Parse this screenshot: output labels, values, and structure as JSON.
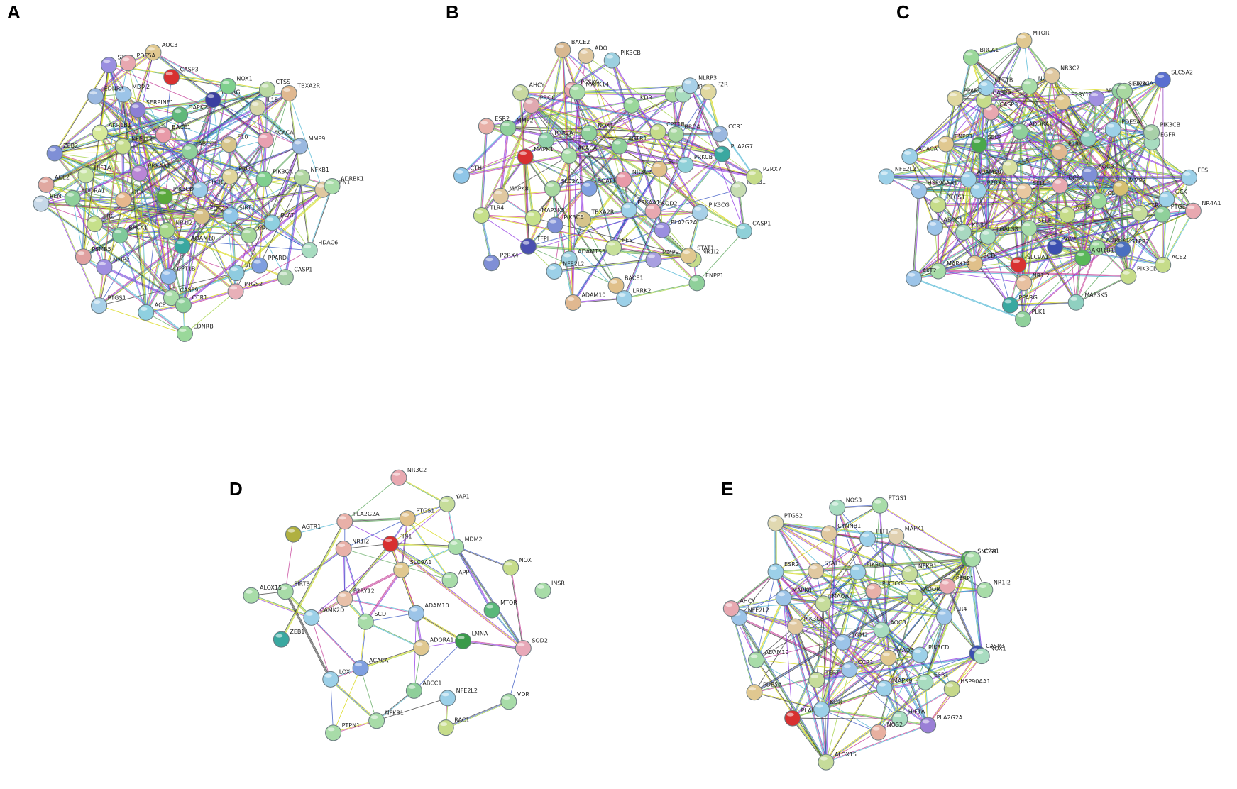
{
  "panels": [
    {
      "letter": "A",
      "nodes": [
        {
          "label": "PIK3CB",
          "color": "#9ccbe8"
        },
        {
          "label": "PIK3CD",
          "color": "#5aa83c"
        },
        {
          "label": "ABCC1",
          "color": "#8fcf9a"
        },
        {
          "label": "FGF23",
          "color": "#d6bf86"
        },
        {
          "label": "PRKAA1",
          "color": "#b986d6"
        },
        {
          "label": "PROC",
          "color": "#e0d59a"
        },
        {
          "label": "NR1I2",
          "color": "#a7d78a"
        },
        {
          "label": "BACE1",
          "color": "#e89aa8"
        },
        {
          "label": "SIRT1",
          "color": "#8fc6e8"
        },
        {
          "label": "GCK",
          "color": "#e6b78c"
        },
        {
          "label": "F10",
          "color": "#d6c48a"
        },
        {
          "label": "ADAM10",
          "color": "#3aa8a0"
        },
        {
          "label": "NFE2L2",
          "color": "#c6dd8e"
        },
        {
          "label": "PIK3CA",
          "color": "#7fcf8e"
        },
        {
          "label": "BRCA1",
          "color": "#7fc99a"
        },
        {
          "label": "DAPK2",
          "color": "#5fb87a"
        },
        {
          "label": "KDR",
          "color": "#a6d79a"
        },
        {
          "label": "HIF1A",
          "color": "#c6e3a0"
        },
        {
          "label": "ACACA",
          "color": "#e8a0b0"
        },
        {
          "label": "CPT1B",
          "color": "#8fb9e8"
        },
        {
          "label": "SERPINE1",
          "color": "#8c7fd6"
        },
        {
          "label": "PLAT",
          "color": "#8fd0e0"
        },
        {
          "label": "SRC",
          "color": "#c6e08a"
        },
        {
          "label": "PPARG",
          "color": "#3b3fa0"
        },
        {
          "label": "SLC2A1",
          "color": "#8fcce0"
        },
        {
          "label": "AKR1B1",
          "color": "#d8ea9a"
        },
        {
          "label": "NFKB1",
          "color": "#b0d6a0"
        },
        {
          "label": "MMP2",
          "color": "#a08fe0"
        },
        {
          "label": "CASP3",
          "color": "#d83030"
        },
        {
          "label": "PPARD",
          "color": "#7f9fe0"
        },
        {
          "label": "ADORA1",
          "color": "#8fd09a"
        },
        {
          "label": "IL1B",
          "color": "#d6d6a8"
        },
        {
          "label": "CASP9",
          "color": "#a8dca8"
        },
        {
          "label": "MDM2",
          "color": "#9cc4e8"
        },
        {
          "label": "CAPN1",
          "color": "#e0c8a0"
        },
        {
          "label": "PSMB5",
          "color": "#e0a0a0"
        },
        {
          "label": "NOX1",
          "color": "#7fcf8e"
        },
        {
          "label": "PTGS2",
          "color": "#e8b0b8"
        },
        {
          "label": "ZEB2",
          "color": "#7f8fd6"
        },
        {
          "label": "MMP9",
          "color": "#9ab8e0"
        },
        {
          "label": "ACE",
          "color": "#8fd0e0"
        },
        {
          "label": "STAT1",
          "color": "#9a8fe0"
        },
        {
          "label": "HDAC6",
          "color": "#a8dcc0"
        },
        {
          "label": "REN",
          "color": "#c6d8e8"
        },
        {
          "label": "CTSS",
          "color": "#b8d8a0"
        },
        {
          "label": "CCR1",
          "color": "#8fd09a"
        },
        {
          "label": "EDNRA",
          "color": "#9ab8e0"
        },
        {
          "label": "ADRBK1",
          "color": "#a8dca8"
        },
        {
          "label": "PTGS1",
          "color": "#a8d0e8"
        },
        {
          "label": "AOC3",
          "color": "#e0c890"
        },
        {
          "label": "CASP1",
          "color": "#a8d0a8"
        },
        {
          "label": "ACE2",
          "color": "#e0a8a0"
        },
        {
          "label": "TBXA2R",
          "color": "#e0b890"
        },
        {
          "label": "EDNRB",
          "color": "#9ad89a"
        },
        {
          "label": "PDE5A",
          "color": "#e8a8b0"
        }
      ]
    },
    {
      "letter": "B",
      "nodes": [
        {
          "label": "NR3C2",
          "color": "#e89aa8"
        },
        {
          "label": "SOAT1",
          "color": "#7f9fe0"
        },
        {
          "label": "AGTR1",
          "color": "#8fcf9a"
        },
        {
          "label": "PRKAA1",
          "color": "#9cd0e8"
        },
        {
          "label": "ACACA",
          "color": "#a8dca8"
        },
        {
          "label": "SCD",
          "color": "#e0c08a"
        },
        {
          "label": "TBXA2R",
          "color": "#d6c48a"
        },
        {
          "label": "NOX1",
          "color": "#8fd09a"
        },
        {
          "label": "SOD2",
          "color": "#e8a8b0"
        },
        {
          "label": "SLC2A1",
          "color": "#a8d8a0"
        },
        {
          "label": "CPT1B",
          "color": "#c6dc8a"
        },
        {
          "label": "FES",
          "color": "#c8e09a"
        },
        {
          "label": "PRKCA",
          "color": "#8fcfa8"
        },
        {
          "label": "PRKCB",
          "color": "#8fd0d8"
        },
        {
          "label": "PIK3CA",
          "color": "#7f8fd6"
        },
        {
          "label": "KDR",
          "color": "#9ad89a"
        },
        {
          "label": "PLA2G2A",
          "color": "#9a8fe0"
        },
        {
          "label": "MAPK1",
          "color": "#d83030"
        },
        {
          "label": "BRD4",
          "color": "#a8d8a0"
        },
        {
          "label": "ADAMTS5",
          "color": "#9cd0e0"
        },
        {
          "label": "PCSK9",
          "color": "#e8a0a8"
        },
        {
          "label": "PIK3CG",
          "color": "#a8d0e8"
        },
        {
          "label": "MAP3K5",
          "color": "#c6e08a"
        },
        {
          "label": "CASP3",
          "color": "#a8d8a0"
        },
        {
          "label": "MMP9",
          "color": "#a89fe0"
        },
        {
          "label": "MMP2",
          "color": "#8fcf9a"
        },
        {
          "label": "PLA2G7",
          "color": "#3aa8a0"
        },
        {
          "label": "NFE2L2",
          "color": "#9cd0e8"
        },
        {
          "label": "MAPK14",
          "color": "#a8dca8"
        },
        {
          "label": "NR1I2",
          "color": "#c6dc8a"
        },
        {
          "label": "MAPK8",
          "color": "#e0c8a0"
        },
        {
          "label": "APP",
          "color": "#a8dcc0"
        },
        {
          "label": "BACE1",
          "color": "#e0c08a"
        },
        {
          "label": "PROC",
          "color": "#e0a8b0"
        },
        {
          "label": "NFKB1",
          "color": "#c6dcb0"
        },
        {
          "label": "TFPI",
          "color": "#4a4fb0"
        },
        {
          "label": "PIK3CB",
          "color": "#9cd0e0"
        },
        {
          "label": "STAT1",
          "color": "#e0c890"
        },
        {
          "label": "ESR2",
          "color": "#e8b0a8"
        },
        {
          "label": "CCR1",
          "color": "#9ab8e0"
        },
        {
          "label": "ADAM10",
          "color": "#e0b890"
        },
        {
          "label": "BACE2",
          "color": "#d8b890"
        },
        {
          "label": "CASP1",
          "color": "#8fd0d8"
        },
        {
          "label": "TLR4",
          "color": "#c6e08a"
        },
        {
          "label": "NLRP3",
          "color": "#a8d0e8"
        },
        {
          "label": "LRRK2",
          "color": "#9cd0e8"
        },
        {
          "label": "AHCY",
          "color": "#c8d8a0"
        },
        {
          "label": "P2RX7",
          "color": "#c6dc8a"
        },
        {
          "label": "P2RX4",
          "color": "#7f8fd6"
        },
        {
          "label": "ADO",
          "color": "#e0c8a0"
        },
        {
          "label": "ENPP1",
          "color": "#8fd09a"
        },
        {
          "label": "CTH",
          "color": "#8fc6e8"
        },
        {
          "label": "P2R",
          "color": "#e0d8a0"
        }
      ]
    },
    {
      "letter": "C",
      "nodes": [
        {
          "label": "CCR1",
          "color": "#e8a8b0"
        },
        {
          "label": "SELL",
          "color": "#e8c8a0"
        },
        {
          "label": "P2RX7",
          "color": "#e0b890"
        },
        {
          "label": "NT5E",
          "color": "#c6dc8a"
        },
        {
          "label": "PLAT",
          "color": "#d8e0a0"
        },
        {
          "label": "AOC3",
          "color": "#7f8fd6"
        },
        {
          "label": "SELE",
          "color": "#a8dca8"
        },
        {
          "label": "ADORA1",
          "color": "#8fcf9a"
        },
        {
          "label": "CD38",
          "color": "#9ad89a"
        },
        {
          "label": "P2RX3",
          "color": "#9cd0e8"
        },
        {
          "label": "TGM2",
          "color": "#8fd0c0"
        },
        {
          "label": "VWF",
          "color": "#3b4fb0"
        },
        {
          "label": "SELP",
          "color": "#4aa84a"
        },
        {
          "label": "MMP2",
          "color": "#d6c070"
        },
        {
          "label": "LGALS3",
          "color": "#a8dcc0"
        },
        {
          "label": "P2RY12",
          "color": "#e0c890"
        },
        {
          "label": "ADRBK1",
          "color": "#9ad89a"
        },
        {
          "label": "ADAM10",
          "color": "#9cd0e8"
        },
        {
          "label": "PDE5A",
          "color": "#9cd0e8"
        },
        {
          "label": "SLC9A1",
          "color": "#d83030"
        },
        {
          "label": "CASP3",
          "color": "#e8a8b0"
        },
        {
          "label": "TLR4",
          "color": "#c6dc9a"
        },
        {
          "label": "KDR",
          "color": "#a8d8c0"
        },
        {
          "label": "APP",
          "color": "#a08fe0"
        },
        {
          "label": "AKR1B1",
          "color": "#5ab85a"
        },
        {
          "label": "ENPP1",
          "color": "#e0c890"
        },
        {
          "label": "EGFR",
          "color": "#a8dcc0"
        },
        {
          "label": "SCD",
          "color": "#e0c08a"
        },
        {
          "label": "NOX1",
          "color": "#a8dca8"
        },
        {
          "label": "S1PR2",
          "color": "#4a6fc0"
        },
        {
          "label": "PTGS1",
          "color": "#c6dc8a"
        },
        {
          "label": "SLC2A1",
          "color": "#8fcf9a"
        },
        {
          "label": "NR1I2",
          "color": "#e8c0a0"
        },
        {
          "label": "CASP9",
          "color": "#c6dc8a"
        },
        {
          "label": "GCK",
          "color": "#9cd0e8"
        },
        {
          "label": "ABCC1",
          "color": "#9cc4e8"
        },
        {
          "label": "NR3C2",
          "color": "#e0c8a0"
        },
        {
          "label": "PIK3CD",
          "color": "#c6dc8a"
        },
        {
          "label": "ACACA",
          "color": "#9cd0e8"
        },
        {
          "label": "PIK3CB",
          "color": "#a8d0a8"
        },
        {
          "label": "PPARG",
          "color": "#3aa8a0"
        },
        {
          "label": "CPT1B",
          "color": "#9cd0e8"
        },
        {
          "label": "PTGES",
          "color": "#8fd09a"
        },
        {
          "label": "HSP90AA1",
          "color": "#9cc4e8"
        },
        {
          "label": "PIK3CA",
          "color": "#a8d8a0"
        },
        {
          "label": "MAP3K5",
          "color": "#8fd0c0"
        },
        {
          "label": "PPARD",
          "color": "#e0d8a0"
        },
        {
          "label": "FES",
          "color": "#9cd0e8"
        },
        {
          "label": "MAPK14",
          "color": "#a8dca8"
        },
        {
          "label": "MTOR",
          "color": "#e0c890"
        },
        {
          "label": "ACE2",
          "color": "#c6dc8a"
        },
        {
          "label": "NFE2L2",
          "color": "#9cd0e8"
        },
        {
          "label": "SLC5A2",
          "color": "#5a6fd0"
        },
        {
          "label": "PLK1",
          "color": "#8fd09a"
        },
        {
          "label": "BRCA1",
          "color": "#9ad89a"
        },
        {
          "label": "NR4A1",
          "color": "#e8a8b0"
        },
        {
          "label": "AKT2",
          "color": "#9cc4e8"
        }
      ]
    },
    {
      "letter": "D",
      "nodes": [
        {
          "label": "ADAM10",
          "color": "#9cc4e8"
        },
        {
          "label": "SCD",
          "color": "#a8dca8"
        },
        {
          "label": "SLC9A1",
          "color": "#e0c890"
        },
        {
          "label": "ADORA1",
          "color": "#e0c890"
        },
        {
          "label": "P2RY12",
          "color": "#e8c0a8"
        },
        {
          "label": "APP",
          "color": "#a8dca8"
        },
        {
          "label": "ACACA",
          "color": "#7f9fe0"
        },
        {
          "label": "PIN1",
          "color": "#d83030"
        },
        {
          "label": "LMNA",
          "color": "#3a9a4a"
        },
        {
          "label": "CAMK2D",
          "color": "#9cd0e8"
        },
        {
          "label": "MDM2",
          "color": "#a8dca8"
        },
        {
          "label": "ABCC1",
          "color": "#8fcf9a"
        },
        {
          "label": "NR1I2",
          "color": "#e8b0a8"
        },
        {
          "label": "MTOR",
          "color": "#5ab87a"
        },
        {
          "label": "LOX",
          "color": "#9cd0e8"
        },
        {
          "label": "PTGS1",
          "color": "#e0c08a"
        },
        {
          "label": "NFE2L2",
          "color": "#9cd0e8"
        },
        {
          "label": "SIRT3",
          "color": "#a8dca8"
        },
        {
          "label": "NOX",
          "color": "#c6dc8a"
        },
        {
          "label": "NFKB1",
          "color": "#a8dca8"
        },
        {
          "label": "PLA2G2A",
          "color": "#e8b0a8"
        },
        {
          "label": "SOD2",
          "color": "#e8a8b8"
        },
        {
          "label": "ZEB1",
          "color": "#3aa8a0"
        },
        {
          "label": "YAP1",
          "color": "#c6dc9a"
        },
        {
          "label": "RAC1",
          "color": "#c6dc8a"
        },
        {
          "label": "AGTR1",
          "color": "#b0b040"
        },
        {
          "label": "INSR",
          "color": "#a8dca8"
        },
        {
          "label": "PTPN1",
          "color": "#a8dca8"
        },
        {
          "label": "NR3C2",
          "color": "#e8a8b0"
        },
        {
          "label": "VDR",
          "color": "#a8dca8"
        },
        {
          "label": "ALOX15",
          "color": "#a8dca8"
        }
      ]
    },
    {
      "letter": "E",
      "nodes": [
        {
          "label": "AOC3",
          "color": "#a8dcc0"
        },
        {
          "label": "TGM2",
          "color": "#9cc4e8"
        },
        {
          "label": "PIK3CG",
          "color": "#e8b0a8"
        },
        {
          "label": "MAOB",
          "color": "#e0c890"
        },
        {
          "label": "MAOA",
          "color": "#c6dc9a"
        },
        {
          "label": "ADORA1",
          "color": "#c6dc8a"
        },
        {
          "label": "CCR1",
          "color": "#9cc4e8"
        },
        {
          "label": "PIK3CA",
          "color": "#9cd0e8"
        },
        {
          "label": "PIK3CD",
          "color": "#9cd0e8"
        },
        {
          "label": "PIK3CB",
          "color": "#e0c8a0"
        },
        {
          "label": "NFKB1",
          "color": "#c6dc9a"
        },
        {
          "label": "MAPK9",
          "color": "#9cd0e8"
        },
        {
          "label": "STAT1",
          "color": "#e0c8a0"
        },
        {
          "label": "TLR4",
          "color": "#9cc4e8"
        },
        {
          "label": "TERT",
          "color": "#c6dc9a"
        },
        {
          "label": "FLT1",
          "color": "#9cd0e8"
        },
        {
          "label": "ESR1",
          "color": "#a8dcc0"
        },
        {
          "label": "MAPK8",
          "color": "#9cc4e8"
        },
        {
          "label": "PARP1",
          "color": "#e8a8b0"
        },
        {
          "label": "KDR",
          "color": "#9cd0e8"
        },
        {
          "label": "CTNNB1",
          "color": "#e0c8a0"
        },
        {
          "label": "CASP3",
          "color": "#3b4fb0"
        },
        {
          "label": "ADAM10",
          "color": "#a8dca8"
        },
        {
          "label": "MAPK1",
          "color": "#e0d0b0"
        },
        {
          "label": "HIF1A",
          "color": "#a8dcc0"
        },
        {
          "label": "ESR2",
          "color": "#9cd0e8"
        },
        {
          "label": "NR1I2",
          "color": "#a8dca8"
        },
        {
          "label": "PLAU",
          "color": "#d83030"
        },
        {
          "label": "NOS3",
          "color": "#a8dcc0"
        },
        {
          "label": "HSP90AA1",
          "color": "#c6d88a"
        },
        {
          "label": "NFE2L2",
          "color": "#9cc4e8"
        },
        {
          "label": "SLC2A1",
          "color": "#4aa84a"
        },
        {
          "label": "NOS2",
          "color": "#e8b0a0"
        },
        {
          "label": "PTGS2",
          "color": "#e0d8b0"
        },
        {
          "label": "NOX1",
          "color": "#a8dcc0"
        },
        {
          "label": "PDE5A",
          "color": "#e0c890"
        },
        {
          "label": "PTGS1",
          "color": "#a8dca8"
        },
        {
          "label": "PLA2G2A",
          "color": "#9a7fd6"
        },
        {
          "label": "AHCY",
          "color": "#e8a8b0"
        },
        {
          "label": "NOS1",
          "color": "#a8dca8"
        },
        {
          "label": "ALOX15",
          "color": "#c6dc9a"
        }
      ]
    }
  ]
}
